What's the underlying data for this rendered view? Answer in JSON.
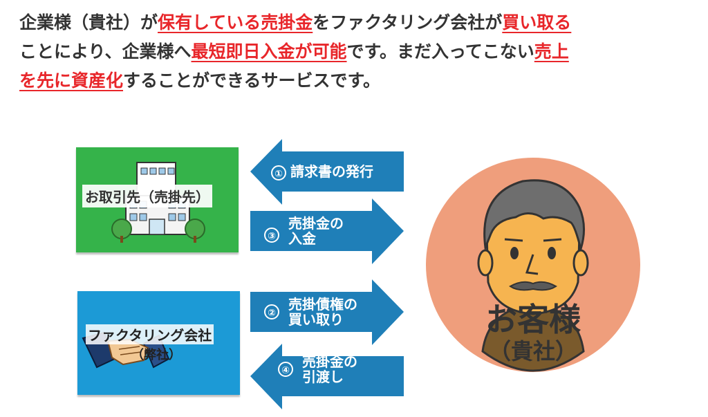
{
  "intro": {
    "line1": [
      {
        "text": "企業様（貴社）が",
        "hl": false
      },
      {
        "text": "保有している売掛金",
        "hl": true
      },
      {
        "text": "をファクタリング会社が",
        "hl": false
      },
      {
        "text": "買い取る",
        "hl": true
      }
    ],
    "line2": [
      {
        "text": "ことにより、企業様へ",
        "hl": false
      },
      {
        "text": "最短即日入金が可能",
        "hl": true
      },
      {
        "text": "です。まだ入ってこない",
        "hl": false
      },
      {
        "text": "売上",
        "hl": true
      }
    ],
    "line3": [
      {
        "text": "を先に資産化",
        "hl": true
      },
      {
        "text": "することができるサービスです。",
        "hl": false
      }
    ]
  },
  "diagram": {
    "client_panel_label": "お取引先（売掛先）",
    "factor_panel_label": "ファクタリング会社",
    "factor_panel_sub": "（弊社）",
    "arrows": [
      {
        "num": "①",
        "lines": [
          "請求書の発行"
        ]
      },
      {
        "num": "③",
        "lines": [
          "売掛金の",
          "入金"
        ]
      },
      {
        "num": "②",
        "lines": [
          "売掛債権の",
          "買い取り"
        ]
      },
      {
        "num": "④",
        "lines": [
          "売掛金の",
          "引渡し"
        ]
      }
    ],
    "customer_label": "お客様",
    "customer_sub": "（貴社）"
  },
  "colors": {
    "highlight": "#e8262a",
    "green_panel": "#35b34a",
    "blue_panel": "#1c9ad6",
    "arrow": "#1f7fb8",
    "customer_circle": "#ef9e7c"
  },
  "icons": [
    "office-building-icon",
    "handshake-icon",
    "customer-man-icon"
  ]
}
